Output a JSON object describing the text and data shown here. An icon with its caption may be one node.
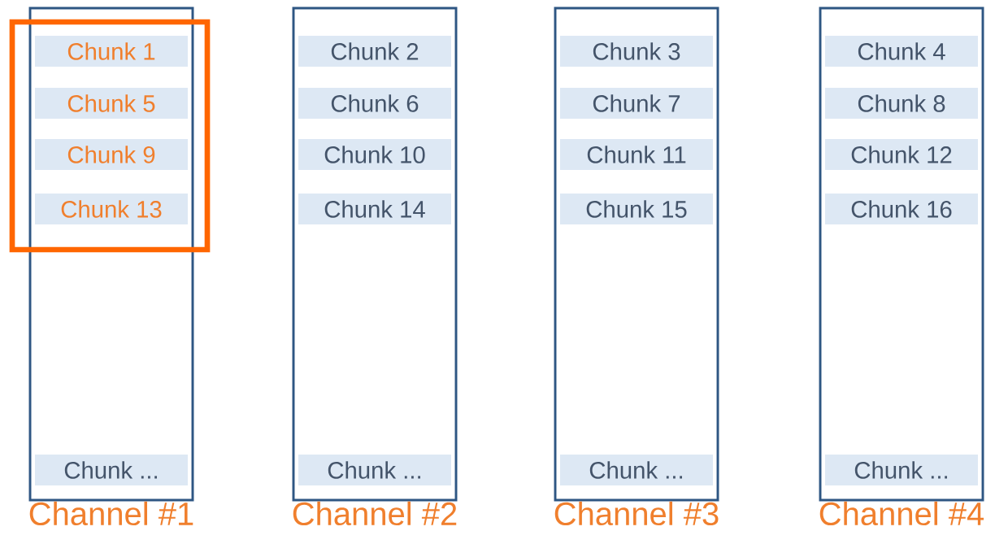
{
  "diagram": {
    "nodes": [
      {
        "text": [
          "Channel #1"
        ]
      },
      {
        "text": [
          "Chunk 1"
        ],
        "in": 0
      },
      {
        "text": [
          "Chunk 5"
        ],
        "in": 0
      },
      {
        "text": [
          "Chunk 9"
        ],
        "in": 0
      },
      {
        "text": [
          "Chunk 13"
        ],
        "in": 0
      },
      {
        "text": [
          "Chunk ..."
        ],
        "in": 0
      },
      {
        "text": [
          "Channel #2"
        ]
      },
      {
        "text": [
          "Chunk 2"
        ],
        "in": 6
      },
      {
        "text": [
          "Chunk 6"
        ],
        "in": 6
      },
      {
        "text": [
          "Chunk 10"
        ],
        "in": 6
      },
      {
        "text": [
          "Chunk 14"
        ],
        "in": 6
      },
      {
        "text": [
          "Chunk ..."
        ],
        "in": 6
      },
      {
        "text": [
          "Channel #3"
        ]
      },
      {
        "text": [
          "Chunk 3"
        ],
        "in": 12
      },
      {
        "text": [
          "Chunk 7"
        ],
        "in": 12
      },
      {
        "text": [
          "Chunk 11"
        ],
        "in": 12
      },
      {
        "text": [
          "Chunk 15"
        ],
        "in": 12
      },
      {
        "text": [
          "Chunk ..."
        ],
        "in": 12
      },
      {
        "text": [
          "Channel #4"
        ]
      },
      {
        "text": [
          "Chunk 4"
        ],
        "in": 18
      },
      {
        "text": [
          "Chunk 8"
        ],
        "in": 18
      },
      {
        "text": [
          "Chunk 12"
        ],
        "in": 18
      },
      {
        "text": [
          "Chunk 16"
        ],
        "in": 18
      },
      {
        "text": [
          "Chunk ..."
        ],
        "in": 18
      }
    ]
  }
}
